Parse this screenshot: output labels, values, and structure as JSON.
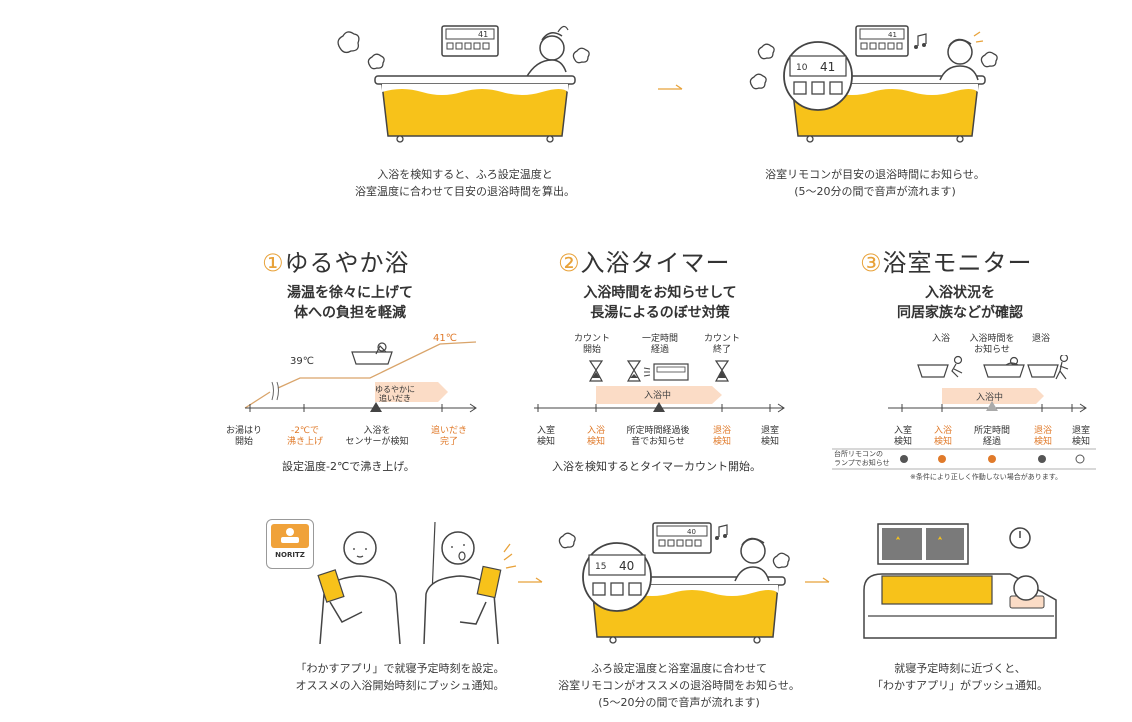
{
  "top": {
    "left_remote": "41",
    "right_remote_small": "41",
    "right_zoom_time": "10",
    "right_zoom_temp": "41",
    "caption_left": [
      "入浴を検知すると、ふろ設定温度と",
      "浴室温度に合わせて目安の退浴時間を算出。"
    ],
    "caption_right": [
      "浴室リモコンが目安の退浴時間にお知らせ。",
      "(5～20分の間で音声が流れます)"
    ]
  },
  "sections": {
    "s1": {
      "num": "①",
      "title": "ゆるやか浴",
      "desc": [
        "湯温を徐々に上げて",
        "体への負担を軽減"
      ],
      "temp_high": "41℃",
      "temp_low": "39℃",
      "arrow_label": [
        "ゆるやかに",
        "追いだき"
      ],
      "labels": [
        {
          "text": [
            "お湯はり",
            "開始"
          ],
          "color": "normal"
        },
        {
          "text": [
            "-2℃で",
            "沸き上げ"
          ],
          "color": "orange"
        },
        {
          "text": [
            "入浴を",
            "センサーが検知"
          ],
          "color": "normal"
        },
        {
          "text": [
            "追いだき",
            "完了"
          ],
          "color": "orange"
        }
      ],
      "note": "設定温度-2℃で沸き上げ。"
    },
    "s2": {
      "num": "②",
      "title": "入浴タイマー",
      "desc": [
        "入浴時間をお知らせして",
        "長湯によるのぼせ対策"
      ],
      "top_labels": [
        [
          "カウント",
          "開始"
        ],
        [
          "一定時間",
          "経過"
        ],
        [
          "カウント",
          "終了"
        ]
      ],
      "bar_label": "入浴中",
      "labels": [
        {
          "text": [
            "入室",
            "検知"
          ],
          "color": "normal"
        },
        {
          "text": [
            "入浴",
            "検知"
          ],
          "color": "orange"
        },
        {
          "text": [
            "所定時間経過後",
            "音でお知らせ"
          ],
          "color": "normal"
        },
        {
          "text": [
            "退浴",
            "検知"
          ],
          "color": "orange"
        },
        {
          "text": [
            "退室",
            "検知"
          ],
          "color": "normal"
        }
      ],
      "note": "入浴を検知するとタイマーカウント開始。"
    },
    "s3": {
      "num": "③",
      "title": "浴室モニター",
      "desc": [
        "入浴状況を",
        "同居家族などが確認"
      ],
      "top_labels": [
        [
          "入浴"
        ],
        [
          "入浴時間を",
          "お知らせ"
        ],
        [
          "退浴"
        ]
      ],
      "bar_label": "入浴中",
      "labels": [
        {
          "text": [
            "入室",
            "検知"
          ],
          "color": "normal"
        },
        {
          "text": [
            "入浴",
            "検知"
          ],
          "color": "orange"
        },
        {
          "text": [
            "所定時間",
            "経過"
          ],
          "color": "normal"
        },
        {
          "text": [
            "退浴",
            "検知"
          ],
          "color": "orange"
        },
        {
          "text": [
            "退室",
            "検知"
          ],
          "color": "normal"
        }
      ],
      "lamp_label": [
        "台所リモコンの",
        "ランプでお知らせ"
      ],
      "footnote": "※条件により正しく作動しない場合があります。"
    }
  },
  "bottom": {
    "app_logo": "NORITZ",
    "zoom_time": "15",
    "zoom_temp": "40",
    "remote_small": "40",
    "caption_left": [
      "「わかすアプリ」で就寝予定時刻を設定。",
      "オススメの入浴開始時刻にプッシュ通知。"
    ],
    "caption_mid": [
      "ふろ設定温度と浴室温度に合わせて",
      "浴室リモコンがオススメの退浴時間をお知らせ。",
      "(5～20分の間で音声が流れます)"
    ],
    "caption_right": [
      "就寝予定時刻に近づくと、",
      "「わかすアプリ」がプッシュ通知。"
    ]
  },
  "colors": {
    "accent": "#e8a23a",
    "yellow": "#f7c21a",
    "orange": "#e07a2a",
    "peach": "#fbdcc6"
  }
}
